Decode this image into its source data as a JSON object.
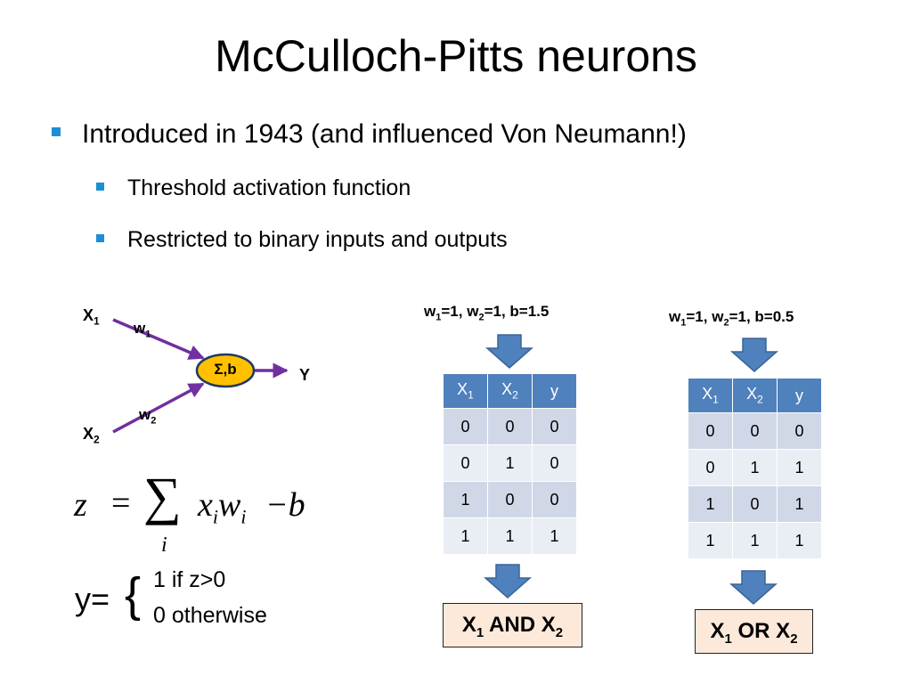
{
  "title": "McCulloch-Pitts neurons",
  "bullets": {
    "b1": "Introduced in 1943 (and influenced Von Neumann!)",
    "b2": "Threshold activation function",
    "b3": "Restricted to binary inputs and outputs"
  },
  "neuron": {
    "x": "X",
    "w": "w",
    "sub1": "1",
    "sub2": "2",
    "node_label": "Σ,b",
    "output_label": "Y"
  },
  "formula": {
    "z": "z",
    "eq": "=",
    "sum": "∑",
    "sum_index": "i",
    "x": "x",
    "w": "w",
    "sub": "i",
    "minus_b": "−b"
  },
  "activation": {
    "lhs": "y=",
    "brace": "{",
    "case1": "1 if z>0",
    "case2": "0 otherwise"
  },
  "and_example": {
    "params": {
      "w": "w",
      "sub1": "1",
      "sub2": "2",
      "p1": "=1, ",
      "p2": "=1, b=1.5"
    },
    "headers": [
      {
        "base": "X",
        "sub": "1"
      },
      {
        "base": "X",
        "sub": "2"
      },
      {
        "base": "y",
        "sub": ""
      }
    ],
    "rows": [
      [
        "0",
        "0",
        "0"
      ],
      [
        "0",
        "1",
        "0"
      ],
      [
        "1",
        "0",
        "0"
      ],
      [
        "1",
        "1",
        "1"
      ]
    ],
    "result": {
      "x": "X",
      "sub1": "1",
      "sub2": "2",
      "op": " AND "
    }
  },
  "or_example": {
    "params": {
      "w": "w",
      "sub1": "1",
      "sub2": "2",
      "p1": "=1, ",
      "p2": "=1, b=0.5"
    },
    "headers": [
      {
        "base": "X",
        "sub": "1"
      },
      {
        "base": "X",
        "sub": "2"
      },
      {
        "base": "y",
        "sub": ""
      }
    ],
    "rows": [
      [
        "0",
        "0",
        "0"
      ],
      [
        "0",
        "1",
        "1"
      ],
      [
        "1",
        "0",
        "1"
      ],
      [
        "1",
        "1",
        "1"
      ]
    ],
    "result": {
      "x": "X",
      "sub1": "1",
      "sub2": "2",
      "op": " OR "
    }
  },
  "colors": {
    "bullet": "#1c8ed6",
    "arrow_purple": "#7030a0",
    "node_fill": "#ffc000",
    "node_stroke": "#1f3864",
    "down_arrow": "#4f81bd",
    "table_header": "#4f81bd",
    "row_dark": "#d0d8e8",
    "row_light": "#e9edf4",
    "result_fill": "#fde9d9"
  }
}
